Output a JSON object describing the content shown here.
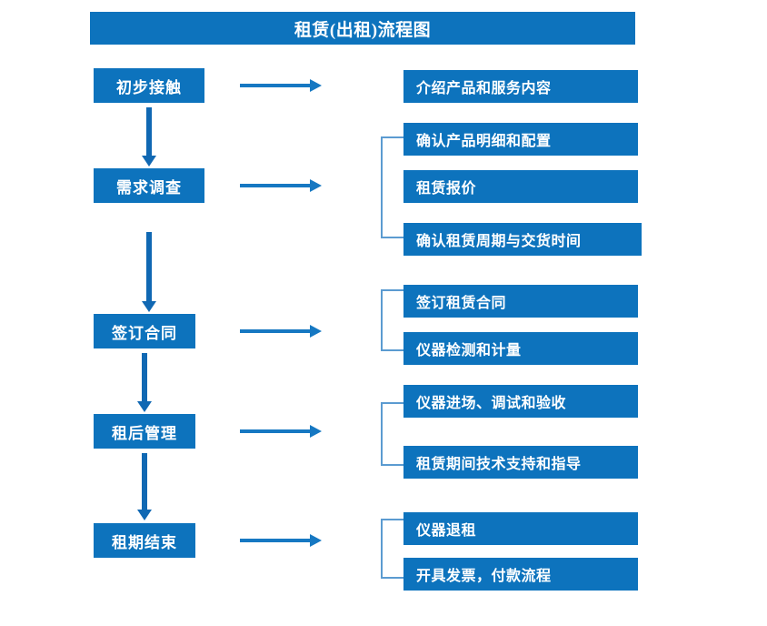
{
  "chart_data": {
    "type": "diagram",
    "title": "租赁(出租)流程图",
    "orientation": "vertical-left-stages-with-right-details"
  },
  "title": "租赁(出租)流程图",
  "colors": {
    "box_blue": "#0d73bd",
    "arrow_blue": "#1678c2",
    "vertical_arrow_blue": "#1068b3",
    "bracket_blue": "#5b9bd1",
    "text_white": "#ffffff",
    "background": "#ffffff"
  },
  "stages": [
    {
      "id": "stage-1",
      "label": "初步接触"
    },
    {
      "id": "stage-2",
      "label": "需求调查"
    },
    {
      "id": "stage-3",
      "label": "签订合同"
    },
    {
      "id": "stage-4",
      "label": "租后管理"
    },
    {
      "id": "stage-5",
      "label": "租期结束"
    }
  ],
  "details": {
    "group1": [
      {
        "label": "介绍产品和服务内容"
      }
    ],
    "group2": [
      {
        "label": "确认产品明细和配置"
      },
      {
        "label": "租赁报价"
      },
      {
        "label": "确认租赁周期与交货时间"
      }
    ],
    "group3": [
      {
        "label": "签订租赁合同"
      },
      {
        "label": "仪器检测和计量"
      }
    ],
    "group4": [
      {
        "label": "仪器进场、调试和验收"
      },
      {
        "label": "租赁期间技术支持和指导"
      }
    ],
    "group5": [
      {
        "label": "仪器退租"
      },
      {
        "label": "开具发票，付款流程"
      }
    ]
  },
  "connectors": {
    "horizontal_arrow_name": "right-arrow",
    "vertical_arrow_name": "down-arrow",
    "bracket_name": "group-bracket"
  }
}
